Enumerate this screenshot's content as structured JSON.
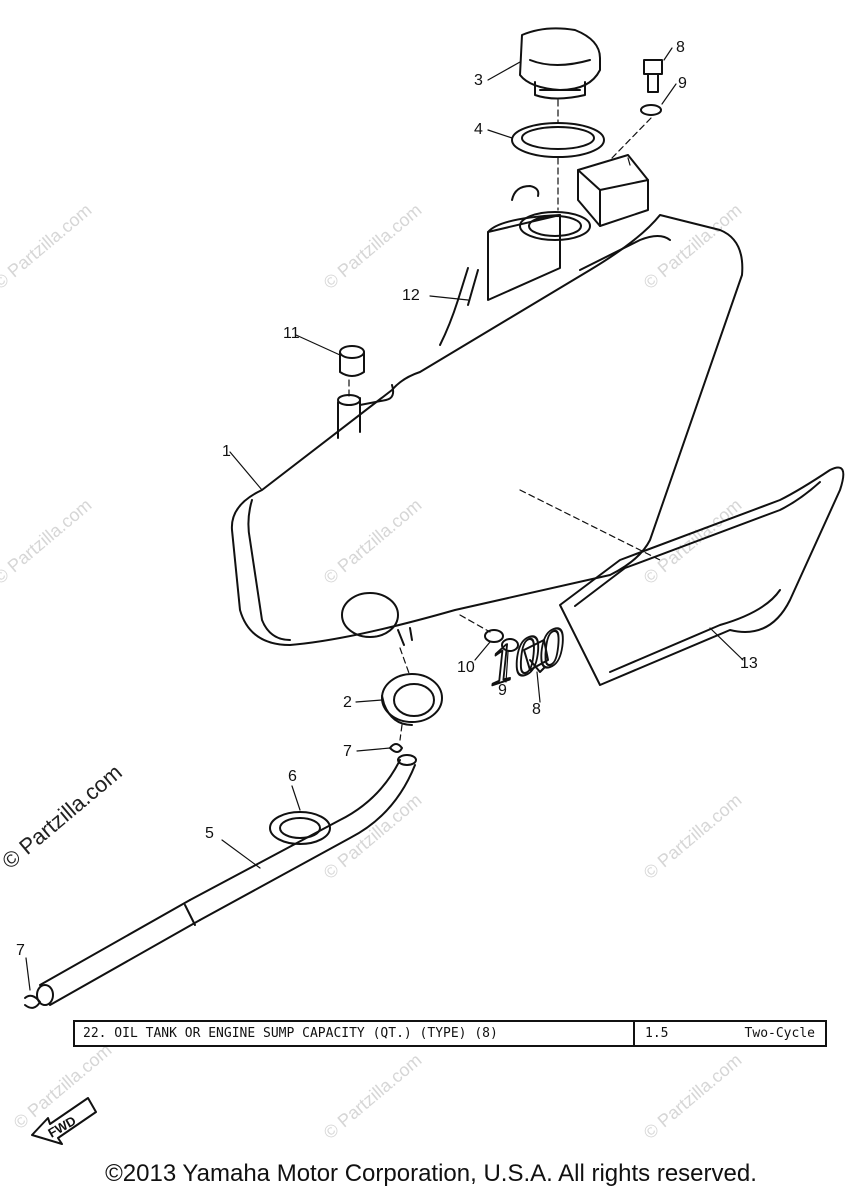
{
  "callouts": [
    {
      "id": "c1",
      "text": "1"
    },
    {
      "id": "c2",
      "text": "2"
    },
    {
      "id": "c3",
      "text": "3"
    },
    {
      "id": "c4",
      "text": "4"
    },
    {
      "id": "c5",
      "text": "5"
    },
    {
      "id": "c6",
      "text": "6"
    },
    {
      "id": "c7a",
      "text": "7"
    },
    {
      "id": "c7b",
      "text": "7"
    },
    {
      "id": "c8a",
      "text": "8"
    },
    {
      "id": "c8b",
      "text": "8"
    },
    {
      "id": "c9a",
      "text": "9"
    },
    {
      "id": "c9b",
      "text": "9"
    },
    {
      "id": "c10",
      "text": "10"
    },
    {
      "id": "c11",
      "text": "11"
    },
    {
      "id": "c12",
      "text": "12"
    },
    {
      "id": "c13",
      "text": "13"
    }
  ],
  "emblem_text": "100",
  "fwd_label": "FWD",
  "spec": {
    "item": "22.  OIL TANK OR ENGINE SUMP CAPACITY (QT.) (TYPE) (8)",
    "qty": "1.5",
    "type": "Two-Cycle"
  },
  "watermark": "© Partzilla.com",
  "copyright": "©2013 Yamaha Motor Corporation, U.S.A. All rights reserved."
}
